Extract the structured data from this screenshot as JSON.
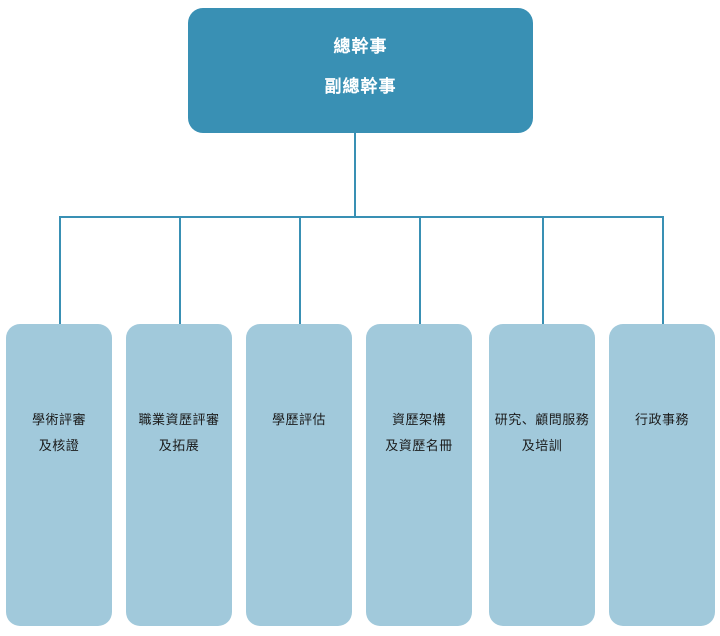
{
  "chart_data": {
    "type": "diagram",
    "title": "",
    "diagram_kind": "organization-chart",
    "orientation": "top-down",
    "colors": {
      "root_fill": "#3990b4",
      "root_text": "#ffffff",
      "leaf_fill": "#a1c9db",
      "leaf_text": "#1b1b1b",
      "connector": "#3990b4",
      "background": "#ffffff"
    },
    "root": {
      "id": "root",
      "lines": [
        "總幹事",
        "副總幹事"
      ]
    },
    "children": [
      {
        "id": "node-1",
        "lines": [
          "學術評審",
          "及核證"
        ]
      },
      {
        "id": "node-2",
        "lines": [
          "職業資歷評審",
          "及拓展"
        ]
      },
      {
        "id": "node-3",
        "lines": [
          "學歷評估",
          ""
        ]
      },
      {
        "id": "node-4",
        "lines": [
          "資歷架構",
          "及資歷名冊"
        ]
      },
      {
        "id": "node-5",
        "lines": [
          "研究、顧問服務",
          "及培訓"
        ]
      },
      {
        "id": "node-6",
        "lines": [
          "行政事務",
          ""
        ]
      }
    ],
    "edges": [
      {
        "from": "root",
        "to": "node-1"
      },
      {
        "from": "root",
        "to": "node-2"
      },
      {
        "from": "root",
        "to": "node-3"
      },
      {
        "from": "root",
        "to": "node-4"
      },
      {
        "from": "root",
        "to": "node-5"
      },
      {
        "from": "root",
        "to": "node-6"
      }
    ]
  },
  "root_node": {
    "line1": "總幹事",
    "line2": "副總幹事"
  },
  "departments": [
    {
      "line1": "學術評審",
      "line2": "及核證"
    },
    {
      "line1": "職業資歷評審",
      "line2": "及拓展"
    },
    {
      "line1": "學歷評估",
      "line2": ""
    },
    {
      "line1": "資歷架構",
      "line2": "及資歷名冊"
    },
    {
      "line1": "研究、顧問服務",
      "line2": "及培訓"
    },
    {
      "line1": "行政事務",
      "line2": ""
    }
  ]
}
